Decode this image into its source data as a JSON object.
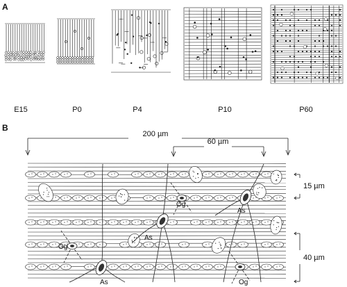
{
  "panels": {
    "a_label": "A",
    "b_label": "B"
  },
  "panel_a": {
    "stages": [
      "E15",
      "P0",
      "P4",
      "P10",
      "P60"
    ]
  },
  "panel_b": {
    "dimensions": {
      "width_200": "200 µm",
      "width_60": "60 µm",
      "height_15": "15 µm",
      "height_40": "40 µm"
    },
    "cell_labels": {
      "og_top": "Og",
      "as_top": "As",
      "og_left": "Og",
      "as_mid": "As",
      "as_bottom": "As",
      "og_bottom": "Og"
    }
  }
}
